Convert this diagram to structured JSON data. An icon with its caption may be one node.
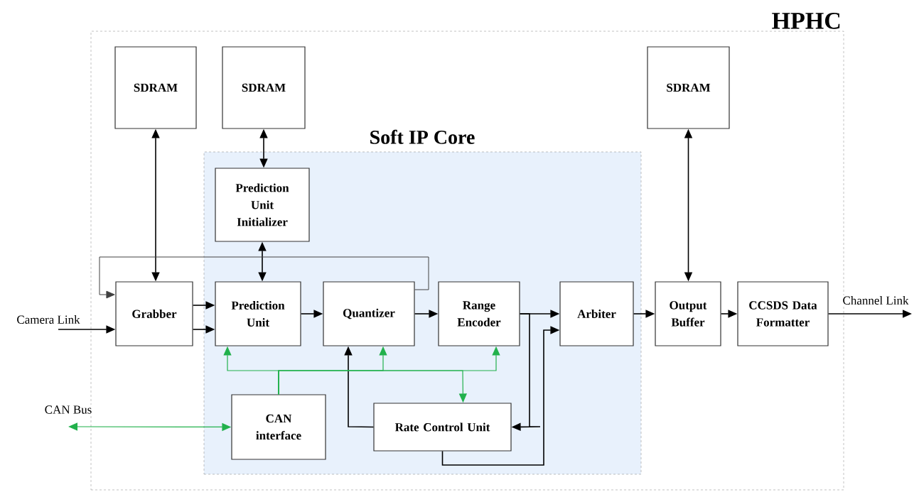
{
  "diagram": {
    "nodes": [
      {
        "text": [
          "HPHC"
        ]
      },
      {
        "text": [
          "SDRAM"
        ],
        "in": 0
      },
      {
        "text": [
          "SDRAM"
        ],
        "in": 0
      },
      {
        "text": [
          "SDRAM"
        ],
        "in": 0
      },
      {
        "text": [
          "Soft IP Core"
        ],
        "in": 0
      },
      {
        "text": [
          "Prediction Unit Initializer"
        ],
        "in": 4
      },
      {
        "text": [
          "Grabber"
        ],
        "in": 0
      },
      {
        "text": [
          "Prediction Unit"
        ],
        "in": 4
      },
      {
        "text": [
          "Quantizer"
        ],
        "in": 4
      },
      {
        "text": [
          "Range Encoder"
        ],
        "in": 4
      },
      {
        "text": [
          "Arbiter"
        ],
        "in": 4
      },
      {
        "text": [
          "Output Buffer"
        ],
        "in": 0
      },
      {
        "text": [
          "CCSDS Data Formatter"
        ],
        "in": 0
      },
      {
        "text": [
          "CAN interface"
        ],
        "in": 4
      },
      {
        "text": [
          "Rate Control Unit"
        ],
        "in": 4
      }
    ],
    "edges": [
      {
        "from": 1,
        "to": 6,
        "arrow": "both"
      },
      {
        "from": 2,
        "to": 5,
        "arrow": "both"
      },
      {
        "from": 5,
        "to": 7,
        "arrow": "both"
      },
      {
        "from": 8,
        "to": 6,
        "arrow": "to"
      },
      {
        "from": 6,
        "to": 7,
        "arrow": "to"
      },
      {
        "from": 6,
        "to": 7,
        "arrow": "to"
      },
      {
        "from": 7,
        "to": 8,
        "arrow": "to"
      },
      {
        "from": 8,
        "to": 9,
        "arrow": "to"
      },
      {
        "from": 9,
        "to": 10,
        "arrow": "to"
      },
      {
        "from": 9,
        "to": 14,
        "arrow": "to"
      },
      {
        "from": 14,
        "to": 10,
        "arrow": "to"
      },
      {
        "from": 14,
        "to": 8,
        "arrow": "to"
      },
      {
        "from": 10,
        "to": 11,
        "arrow": "to"
      },
      {
        "from": 11,
        "to": 12,
        "arrow": "to"
      },
      {
        "from": 3,
        "to": 11,
        "arrow": "both"
      },
      {
        "from": 12,
        "to": null,
        "arrow": "to",
        "label": "Channel Link"
      },
      {
        "from": null,
        "to": 6,
        "arrow": "to",
        "label": "Camera Link"
      },
      {
        "from": null,
        "to": 13,
        "arrow": "both",
        "label": "CAN Bus",
        "color": "#22b14c"
      },
      {
        "from": 13,
        "to": 7,
        "arrow": "to",
        "color": "#22b14c"
      },
      {
        "from": 13,
        "to": 8,
        "arrow": "to",
        "color": "#22b14c"
      },
      {
        "from": 13,
        "to": 9,
        "arrow": "to",
        "color": "#22b14c"
      },
      {
        "from": 13,
        "to": 14,
        "arrow": "to",
        "color": "#22b14c"
      }
    ]
  }
}
